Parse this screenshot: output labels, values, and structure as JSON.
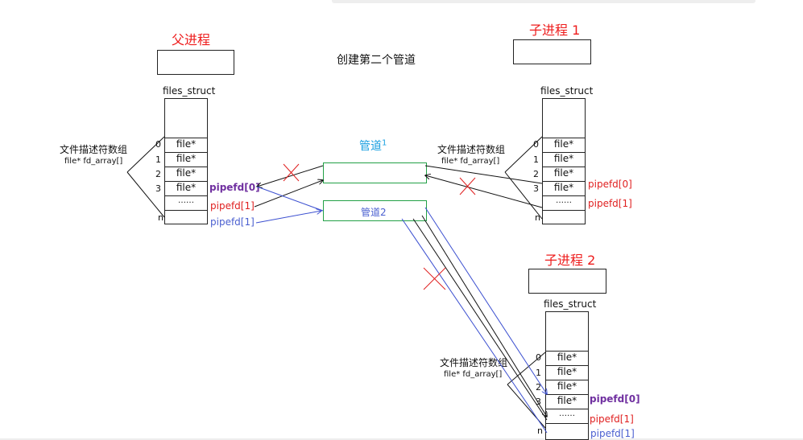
{
  "heading": "创建第二个管道",
  "parent": {
    "title": "父进程",
    "struct_label": "files_struct",
    "array_label": "文件描述符数组",
    "array_decl": "file* fd_array[]",
    "indices": [
      "0",
      "1",
      "2",
      "3",
      "n"
    ],
    "cells": [
      "file*",
      "file*",
      "file*",
      "file*",
      "……"
    ],
    "fds": [
      "pipefd[0]",
      "pipefd[1]",
      "pipefd[1]"
    ]
  },
  "child1": {
    "title": "子进程 1",
    "struct_label": "files_struct",
    "array_label": "文件描述符数组",
    "array_decl": "file* fd_array[]",
    "indices": [
      "0",
      "1",
      "2",
      "3",
      "n"
    ],
    "cells": [
      "file*",
      "file*",
      "file*",
      "file*",
      "……"
    ],
    "fds": [
      "pipefd[0]",
      "pipefd[1]"
    ]
  },
  "child2": {
    "title": "子进程 2",
    "struct_label": "files_struct",
    "array_label": "文件描述符数组",
    "array_decl": "file* fd_array[]",
    "indices": [
      "0",
      "1",
      "2",
      "3",
      "n"
    ],
    "cells": [
      "file*",
      "file*",
      "file*",
      "file*",
      "……"
    ],
    "fds": [
      "pipefd[0]",
      "pipefd[1]",
      "pipefd[1]"
    ]
  },
  "pipes": {
    "pipe1_label": "管道",
    "pipe1_sup": "1",
    "pipe2_label": "管道2"
  },
  "colors": {
    "red": "#e02020",
    "purple": "#7030a0",
    "blue": "#4a5fd0",
    "pipe_border": "#22a046",
    "pipe_title": "#1aa0e0"
  }
}
